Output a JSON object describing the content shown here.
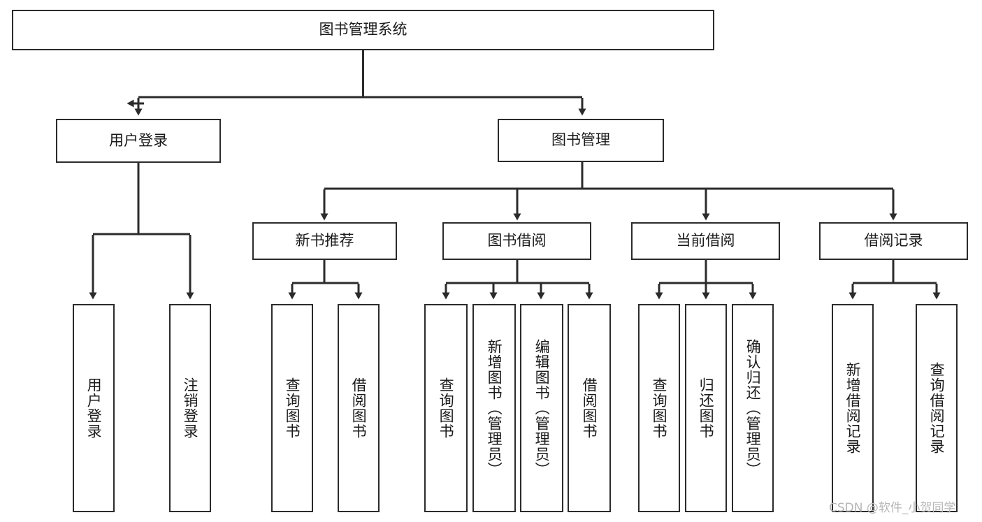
{
  "diagram": {
    "title": "图书管理系统",
    "type": "tree-hierarchy",
    "watermark": "CSDN @软件_小贺同学",
    "colors": {
      "stroke": "#2b2b2b",
      "fill": "#ffffff",
      "text": "#1a1a1a",
      "watermark": "#b6b6b6"
    },
    "nodes": {
      "root": {
        "label": "图书管理系统"
      },
      "level1": [
        {
          "id": "user-login",
          "label": "用户登录"
        },
        {
          "id": "book-manage",
          "label": "图书管理"
        }
      ],
      "level2": [
        {
          "id": "new-book-recommend",
          "label": "新书推荐"
        },
        {
          "id": "book-borrow",
          "label": "图书借阅"
        },
        {
          "id": "current-borrow",
          "label": "当前借阅"
        },
        {
          "id": "borrow-record",
          "label": "借阅记录"
        }
      ],
      "leaves": {
        "user-login": [
          {
            "id": "login",
            "label": "用户登录"
          },
          {
            "id": "logout",
            "label": "注销登录"
          }
        ],
        "new-book-recommend": [
          {
            "id": "query-book-1",
            "label": "查询图书"
          },
          {
            "id": "borrow-book-1",
            "label": "借阅图书"
          }
        ],
        "book-borrow": [
          {
            "id": "query-book-2",
            "label": "查询图书"
          },
          {
            "id": "add-book",
            "label": "新增图书（管理员）"
          },
          {
            "id": "edit-book",
            "label": "编辑图书（管理员）"
          },
          {
            "id": "borrow-book-2",
            "label": "借阅图书"
          }
        ],
        "current-borrow": [
          {
            "id": "query-book-3",
            "label": "查询图书"
          },
          {
            "id": "return-book",
            "label": "归还图书"
          },
          {
            "id": "confirm-return",
            "label": "确认归还（管理员）"
          }
        ],
        "borrow-record": [
          {
            "id": "add-record",
            "label": "新增借阅记录"
          },
          {
            "id": "query-record",
            "label": "查询借阅记录"
          }
        ]
      }
    }
  }
}
